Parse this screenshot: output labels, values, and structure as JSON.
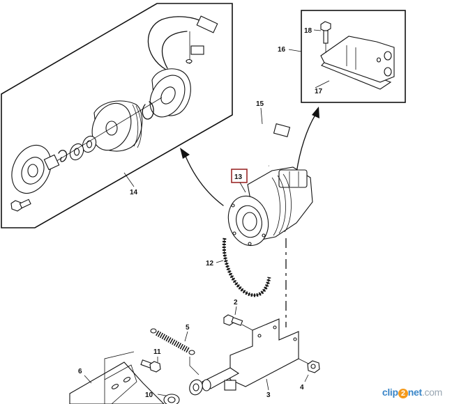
{
  "diagram": {
    "title_hidden": null,
    "callouts": {
      "c2": "2",
      "c3": "3",
      "c4": "4",
      "c5": "5",
      "c6": "6",
      "c10": "10",
      "c11": "11",
      "c12": "12",
      "c13": "13",
      "c14": "14",
      "c15": "15",
      "c16": "16",
      "c17": "17",
      "c18": "18"
    },
    "highlighted_callout": "13",
    "highlight_color": "#9b2a2a"
  },
  "watermark": {
    "part1": "clip",
    "part2": "2",
    "part3": "net",
    "part4": ".com",
    "brand_color": "#3a86c8",
    "accent_color": "#f59a1b"
  }
}
